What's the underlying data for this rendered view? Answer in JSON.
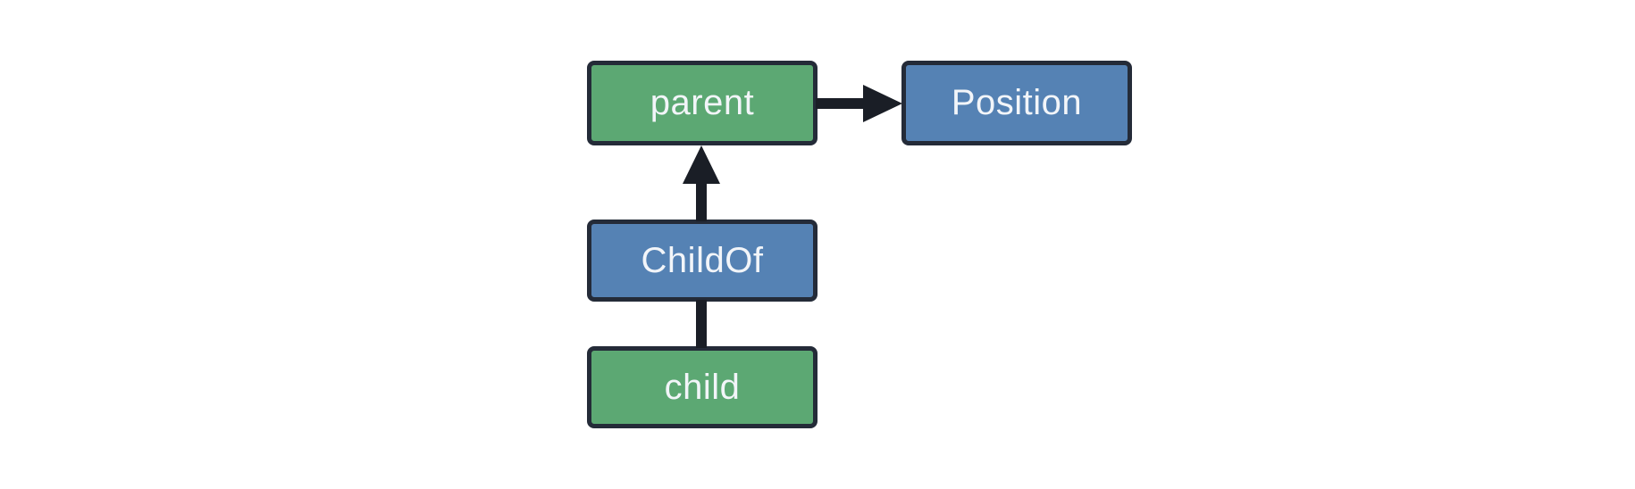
{
  "diagram": {
    "nodes": [
      {
        "id": "parent",
        "label": "parent",
        "kind": "entity",
        "fill": "#5ca873"
      },
      {
        "id": "position",
        "label": "Position",
        "kind": "component",
        "fill": "#5582b4"
      },
      {
        "id": "childof",
        "label": "ChildOf",
        "kind": "relationship",
        "fill": "#5582b4"
      },
      {
        "id": "child",
        "label": "child",
        "kind": "entity",
        "fill": "#5ca873"
      }
    ],
    "edges": [
      {
        "from": "parent",
        "to": "Position",
        "type": "arrow",
        "direction": "right"
      },
      {
        "from": "ChildOf",
        "to": "parent",
        "type": "arrow",
        "direction": "up"
      },
      {
        "from": "child",
        "to": "ChildOf",
        "type": "line",
        "direction": "up"
      }
    ],
    "colors": {
      "entity_fill": "#5ca873",
      "component_fill": "#5582b4",
      "border": "#242b38",
      "arrow": "#1a1e26",
      "text": "#f2f5f9",
      "background": "#ffffff"
    }
  }
}
